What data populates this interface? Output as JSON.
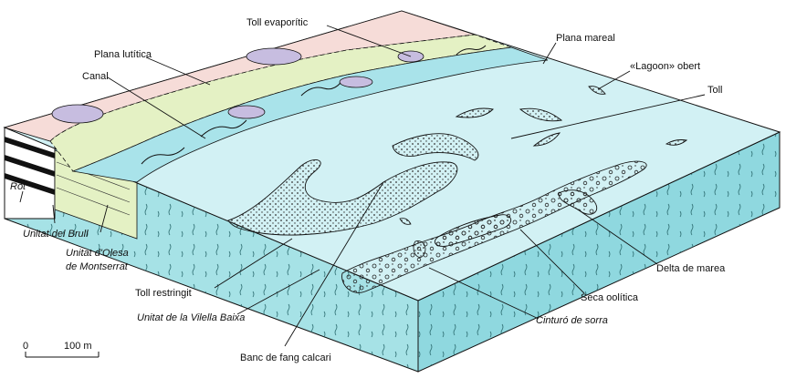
{
  "labels": {
    "toll_evaporitic": "Toll evaporític",
    "plana_lutitica": "Plana lutítica",
    "plana_mareal": "Plana mareal",
    "canal": "Canal",
    "lagoon_obert": "«Lagoon» obert",
    "toll": "Toll",
    "rot": "Röt",
    "unitat_brull": "Unitat del Brull",
    "unitat_olesa_1": "Unitat d'Olesa",
    "unitat_olesa_2": "de Montserrat",
    "delta_marea": "Delta de marea",
    "toll_restringit": "Toll restringit",
    "seca_oolitica": "Seca oolítica",
    "unitat_vilella": "Unitat de la Vilella Baixa",
    "cinturo_sorra": "Cinturó de sorra",
    "banc_fang": "Banc de fang calcari"
  },
  "scale_bar": {
    "start_label": "0",
    "end_label": "100 m"
  },
  "colors": {
    "pink_zone": "#f6dcd8",
    "green_zone": "#e4f1c4",
    "cyan_zone": "#a9e3ea",
    "lagoon": "#d2f1f4",
    "front_face": "#a6e2e6",
    "side_face": "#8fd8df",
    "evaporite": "#c7bde0",
    "sand": "#bfe8ec",
    "outline": "#111111"
  }
}
